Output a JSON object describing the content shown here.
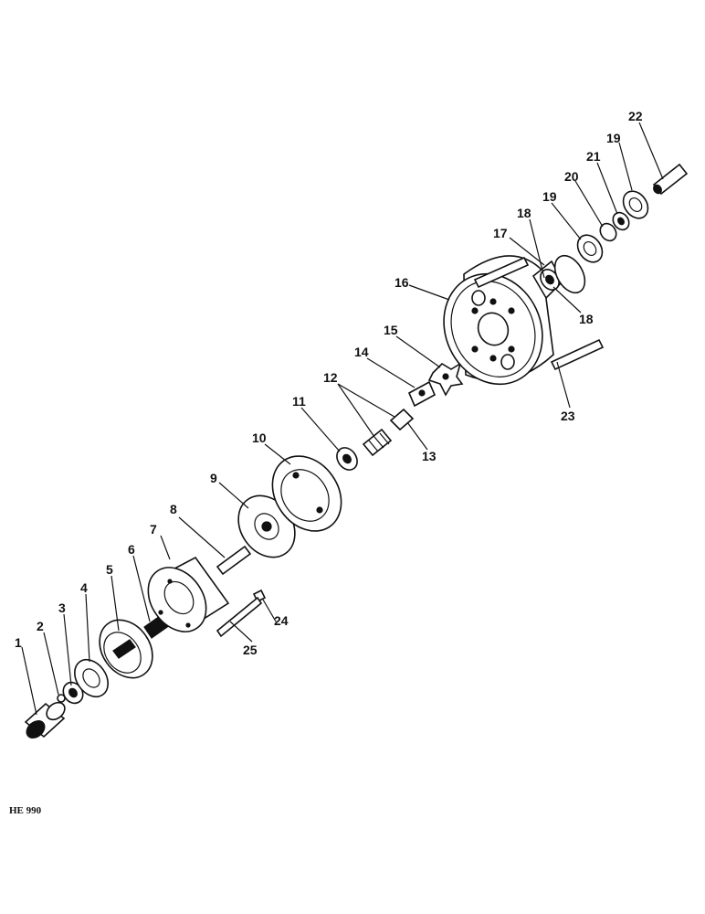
{
  "figure_code": "HE 990",
  "callouts": [
    "1",
    "2",
    "3",
    "4",
    "5",
    "6",
    "7",
    "8",
    "9",
    "10",
    "11",
    "12",
    "13",
    "14",
    "15",
    "16",
    "17",
    "18",
    "18",
    "19",
    "19",
    "20",
    "21",
    "22",
    "23",
    "24",
    "25"
  ]
}
